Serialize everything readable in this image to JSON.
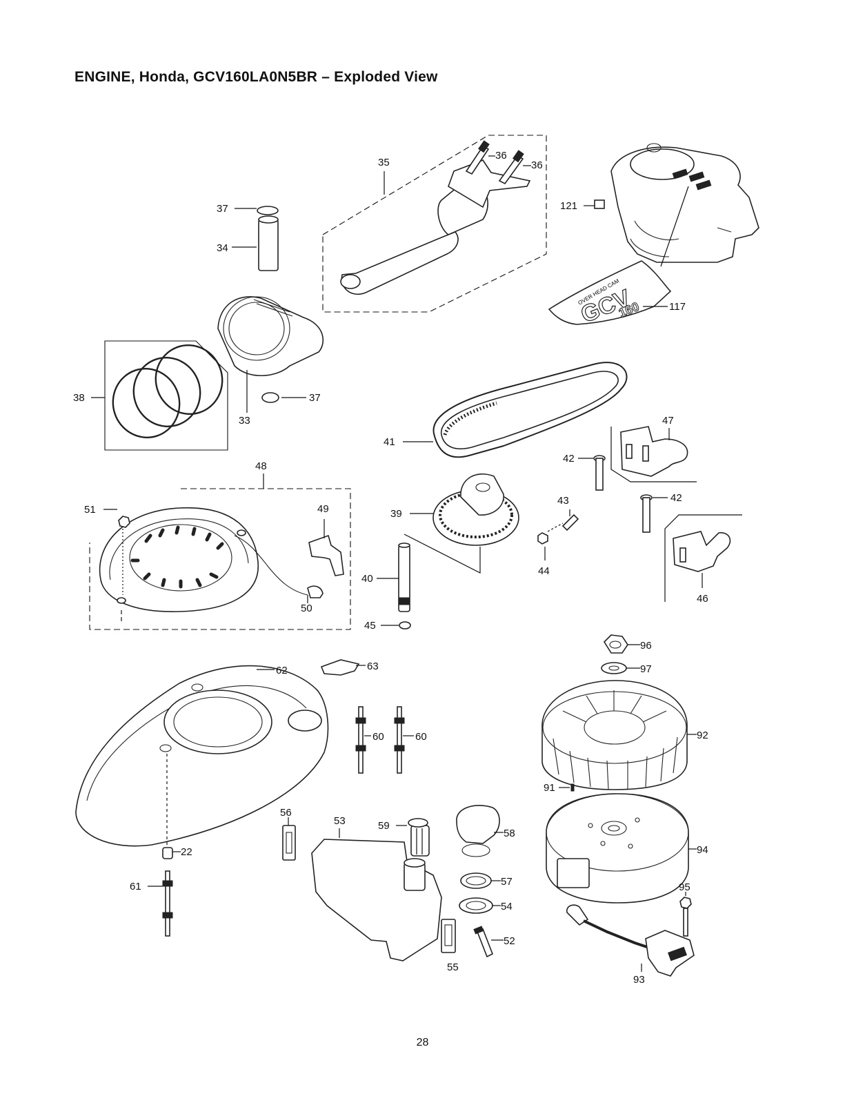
{
  "title": "ENGINE, Honda, GCV160LA0N5BR – Exploded View",
  "page_number": "28",
  "decal_text": {
    "line1": "OVER HEAD CAM",
    "line2": "GCV",
    "line3": "160"
  },
  "callouts": {
    "c22": "22",
    "c33": "33",
    "c34": "34",
    "c35": "35",
    "c36a": "36",
    "c36b": "36",
    "c37a": "37",
    "c37b": "37",
    "c38": "38",
    "c39": "39",
    "c40": "40",
    "c41": "41",
    "c42a": "42",
    "c42b": "42",
    "c43": "43",
    "c44": "44",
    "c45": "45",
    "c46": "46",
    "c47": "47",
    "c48": "48",
    "c49": "49",
    "c50": "50",
    "c51": "51",
    "c52": "52",
    "c53": "53",
    "c54": "54",
    "c55": "55",
    "c56": "56",
    "c57": "57",
    "c58": "58",
    "c59": "59",
    "c60a": "60",
    "c60b": "60",
    "c61": "61",
    "c62": "62",
    "c63": "63",
    "c91": "91",
    "c92": "92",
    "c93": "93",
    "c94": "94",
    "c95": "95",
    "c96": "96",
    "c97": "97",
    "c117": "117",
    "c121": "121"
  }
}
